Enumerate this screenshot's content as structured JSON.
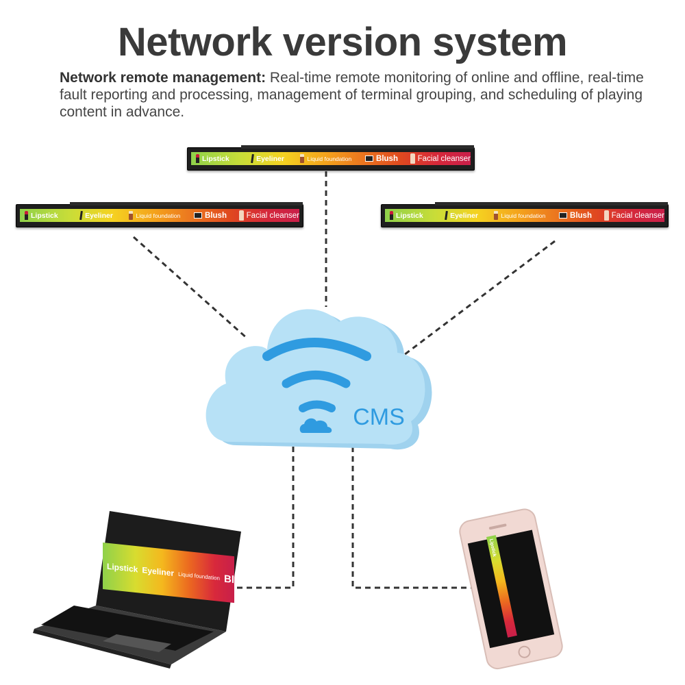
{
  "header": {
    "title": "Network version system",
    "desc_bold": "Network remote management:",
    "desc_text": " Real-time remote monitoring of online and offline, real-time fault reporting and processing, management of terminal grouping, and scheduling of playing content in advance."
  },
  "display_items": {
    "lipstick": "Lipstick",
    "eyeliner": "Eyeliner",
    "liquid_foundation": "Liquid foundation",
    "blush": "Blush",
    "facial_cleanser": "Facial cleanser"
  },
  "cloud": {
    "label": "CMS"
  },
  "colors": {
    "cloud_fill": "#b7e1f6",
    "cloud_shade": "#9fd2ee",
    "wifi_blue": "#2f9be0",
    "title_gray": "#3a3a3a",
    "connector": "#333333"
  },
  "icons": [
    "lipstick-icon",
    "eyeliner-icon",
    "foundation-icon",
    "blush-icon",
    "cleanser-icon",
    "wifi-icon",
    "cloud-icon",
    "laptop-icon",
    "phone-icon"
  ]
}
